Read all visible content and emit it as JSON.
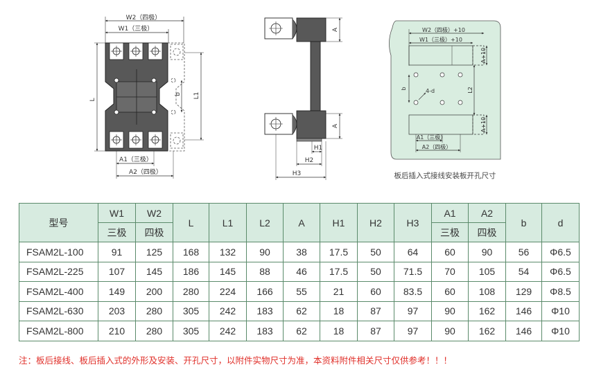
{
  "front_view": {
    "dims": {
      "w2": "W2（四极）",
      "w1": "W1（三极）",
      "l": "L",
      "l1": "L1",
      "b": "b",
      "a1": "A1（三极）",
      "a2": "A2（四极）"
    }
  },
  "side_view": {
    "dims": {
      "a": "A",
      "h1": "H1",
      "h2": "H2",
      "h3": "H3"
    }
  },
  "panel_view": {
    "dims": {
      "w2": "W2（四极）+10",
      "w1": "W1（三极）+10",
      "a_top": "A+10",
      "a_bottom": "A+10",
      "b": "b",
      "four_d": "4-d",
      "l2": "L2",
      "a1": "A1（三极）",
      "a2": "A2（四极）"
    },
    "caption": "板后插入式接线安装板开孔尺寸"
  },
  "table": {
    "headers": {
      "model": "型号",
      "w1": "W1",
      "w1_sub": "三极",
      "w2": "W2",
      "w2_sub": "四极",
      "l": "L",
      "l1": "L1",
      "l2": "L2",
      "a": "A",
      "h1": "H1",
      "h2": "H2",
      "h3": "H3",
      "a1": "A1",
      "a1_sub": "三极",
      "a2": "A2",
      "a2_sub": "四极",
      "b": "b",
      "d": "d"
    },
    "rows": [
      [
        "FSAM2L-100",
        "91",
        "125",
        "168",
        "132",
        "90",
        "38",
        "17.5",
        "50",
        "64",
        "60",
        "90",
        "56",
        "Φ6.5"
      ],
      [
        "FSAM2L-225",
        "107",
        "145",
        "186",
        "145",
        "88",
        "46",
        "17.5",
        "50",
        "71.5",
        "70",
        "105",
        "54",
        "Φ6.5"
      ],
      [
        "FSAM2L-400",
        "149",
        "200",
        "280",
        "224",
        "166",
        "55",
        "21",
        "60",
        "83.5",
        "60",
        "108",
        "129",
        "Φ8.5"
      ],
      [
        "FSAM2L-630",
        "203",
        "280",
        "305",
        "242",
        "183",
        "62",
        "18",
        "87",
        "97",
        "90",
        "162",
        "146",
        "Φ10"
      ],
      [
        "FSAM2L-800",
        "210",
        "280",
        "305",
        "242",
        "183",
        "62",
        "18",
        "87",
        "97",
        "90",
        "162",
        "146",
        "Φ10"
      ]
    ]
  },
  "footnote": "注：板后接线、板后插入式的外形及安装、开孔尺寸，以附件实物尺寸为准，本资料附件相关尺寸仅供参考！！！",
  "colors": {
    "table_header_bg": "#d7ebe0",
    "table_border": "#5a8a6a",
    "panel_bg": "#d9ede0",
    "breaker_body": "#555555",
    "footnote": "#e0302a"
  }
}
